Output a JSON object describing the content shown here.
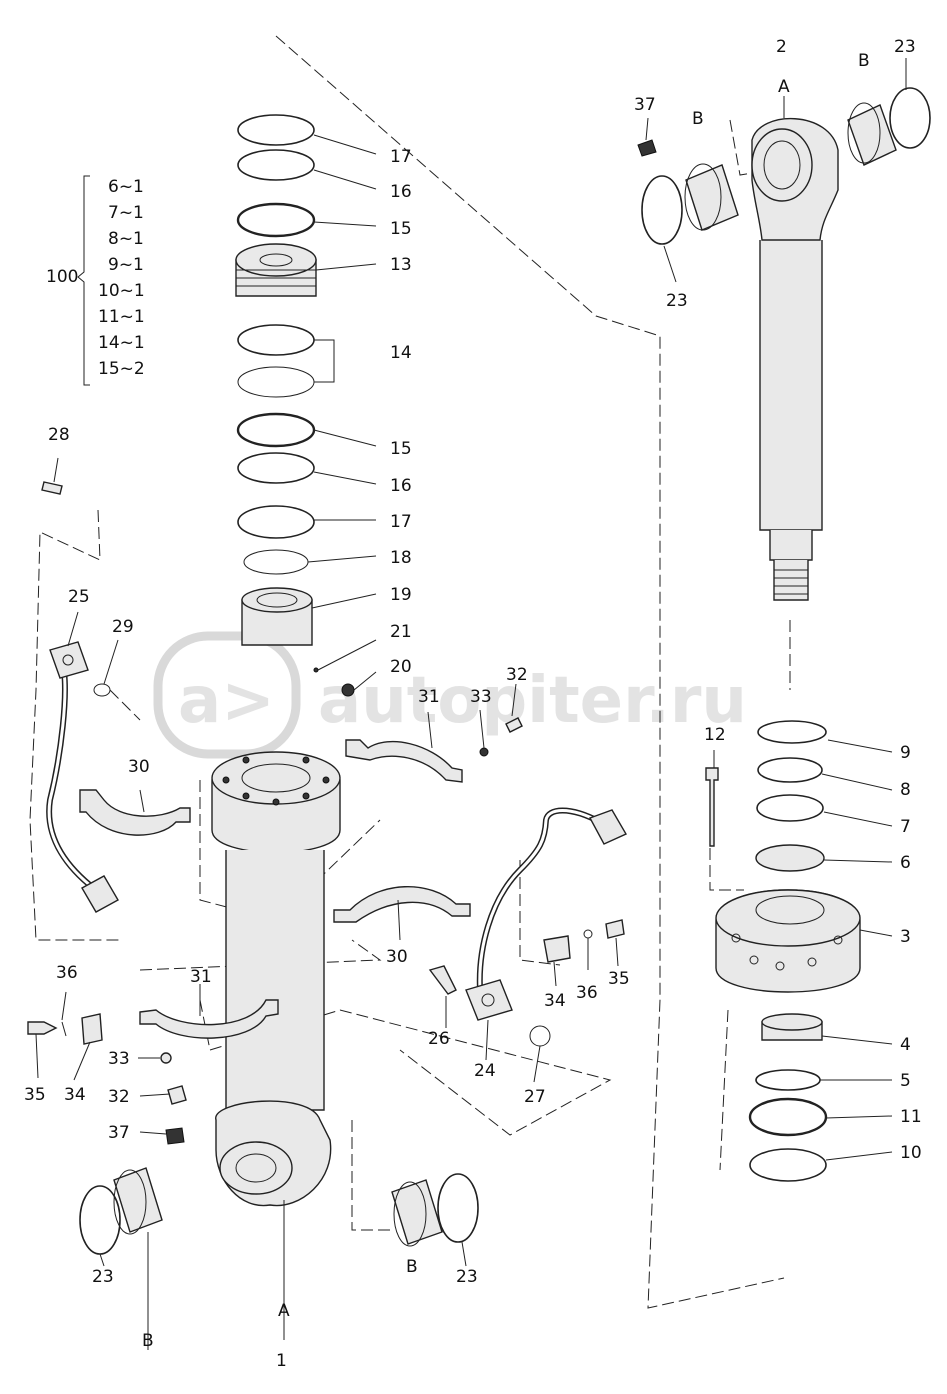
{
  "watermark": "autopiter.ru",
  "kit": {
    "label": "100",
    "items": [
      "6~1",
      "7~1",
      "8~1",
      "9~1",
      "10~1",
      "11~1",
      "14~1",
      "15~2"
    ]
  },
  "callouts": {
    "c1": "1",
    "c2": "2",
    "c3": "3",
    "c4": "4",
    "c5": "5",
    "c6": "6",
    "c7": "7",
    "c8": "8",
    "c9": "9",
    "c10": "10",
    "c11": "11",
    "c12": "12",
    "c13": "13",
    "c14": "14",
    "c15a": "15",
    "c15b": "15",
    "c16a": "16",
    "c16b": "16",
    "c17a": "17",
    "c17b": "17",
    "c18": "18",
    "c19": "19",
    "c20": "20",
    "c21": "21",
    "c23a": "23",
    "c23b": "23",
    "c23c": "23",
    "c23d": "23",
    "c24": "24",
    "c25": "25",
    "c26": "26",
    "c27": "27",
    "c28": "28",
    "c29": "29",
    "c30a": "30",
    "c30b": "30",
    "c31a": "31",
    "c31b": "31",
    "c32a": "32",
    "c32b": "32",
    "c33a": "33",
    "c33b": "33",
    "c34a": "34",
    "c34b": "34",
    "c35a": "35",
    "c35b": "35",
    "c36a": "36",
    "c36b": "36",
    "c37a": "37",
    "c37b": "37"
  },
  "letters": {
    "A_top": "A",
    "B_top_left": "B",
    "B_top_right": "B",
    "A_bottom": "A",
    "B_bottom_left": "B",
    "B_bottom_right": "B"
  }
}
